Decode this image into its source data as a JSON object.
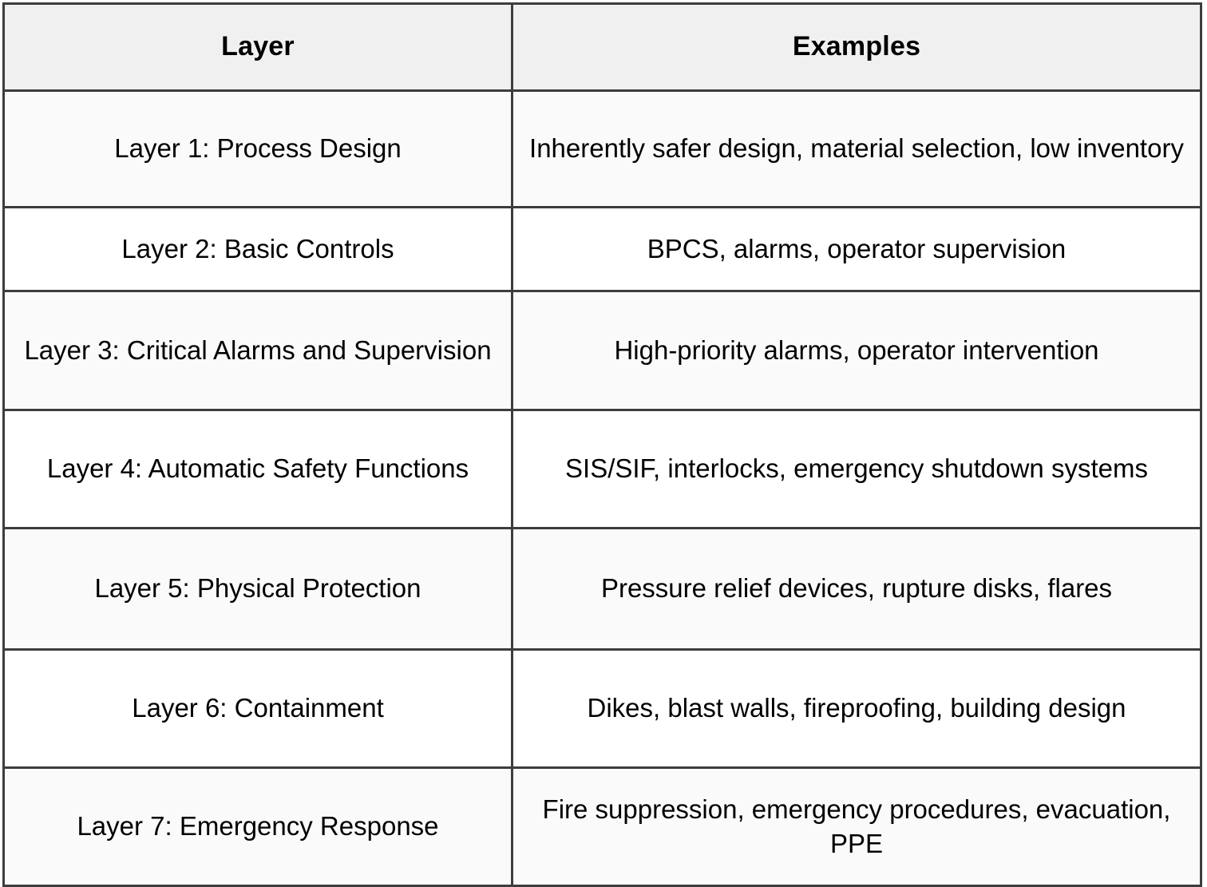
{
  "table": {
    "columns": [
      {
        "key": "layer",
        "header": "Layer"
      },
      {
        "key": "examples",
        "header": "Examples"
      }
    ],
    "rows": [
      {
        "layer": "Layer 1: Process Design",
        "examples": "Inherently safer design, material selection, low inventory"
      },
      {
        "layer": "Layer 2: Basic Controls",
        "examples": "BPCS, alarms, operator supervision"
      },
      {
        "layer": "Layer 3: Critical Alarms and Supervision",
        "examples": "High-priority alarms, operator intervention"
      },
      {
        "layer": "Layer 4: Automatic Safety Functions",
        "examples": "SIS/SIF, interlocks, emergency shutdown systems"
      },
      {
        "layer": "Layer 5: Physical Protection",
        "examples": "Pressure relief devices, rupture disks, flares"
      },
      {
        "layer": "Layer 6: Containment",
        "examples": "Dikes, blast walls, fireproofing, building design"
      },
      {
        "layer": "Layer 7: Emergency Response",
        "examples": "Fire suppression, emergency procedures, evacuation, PPE"
      }
    ]
  },
  "colors": {
    "border": "#3d3d3d",
    "header_background": "#f0f0f0",
    "row_odd_background": "#fafafa",
    "row_even_background": "#ffffff",
    "text": "#000000"
  }
}
